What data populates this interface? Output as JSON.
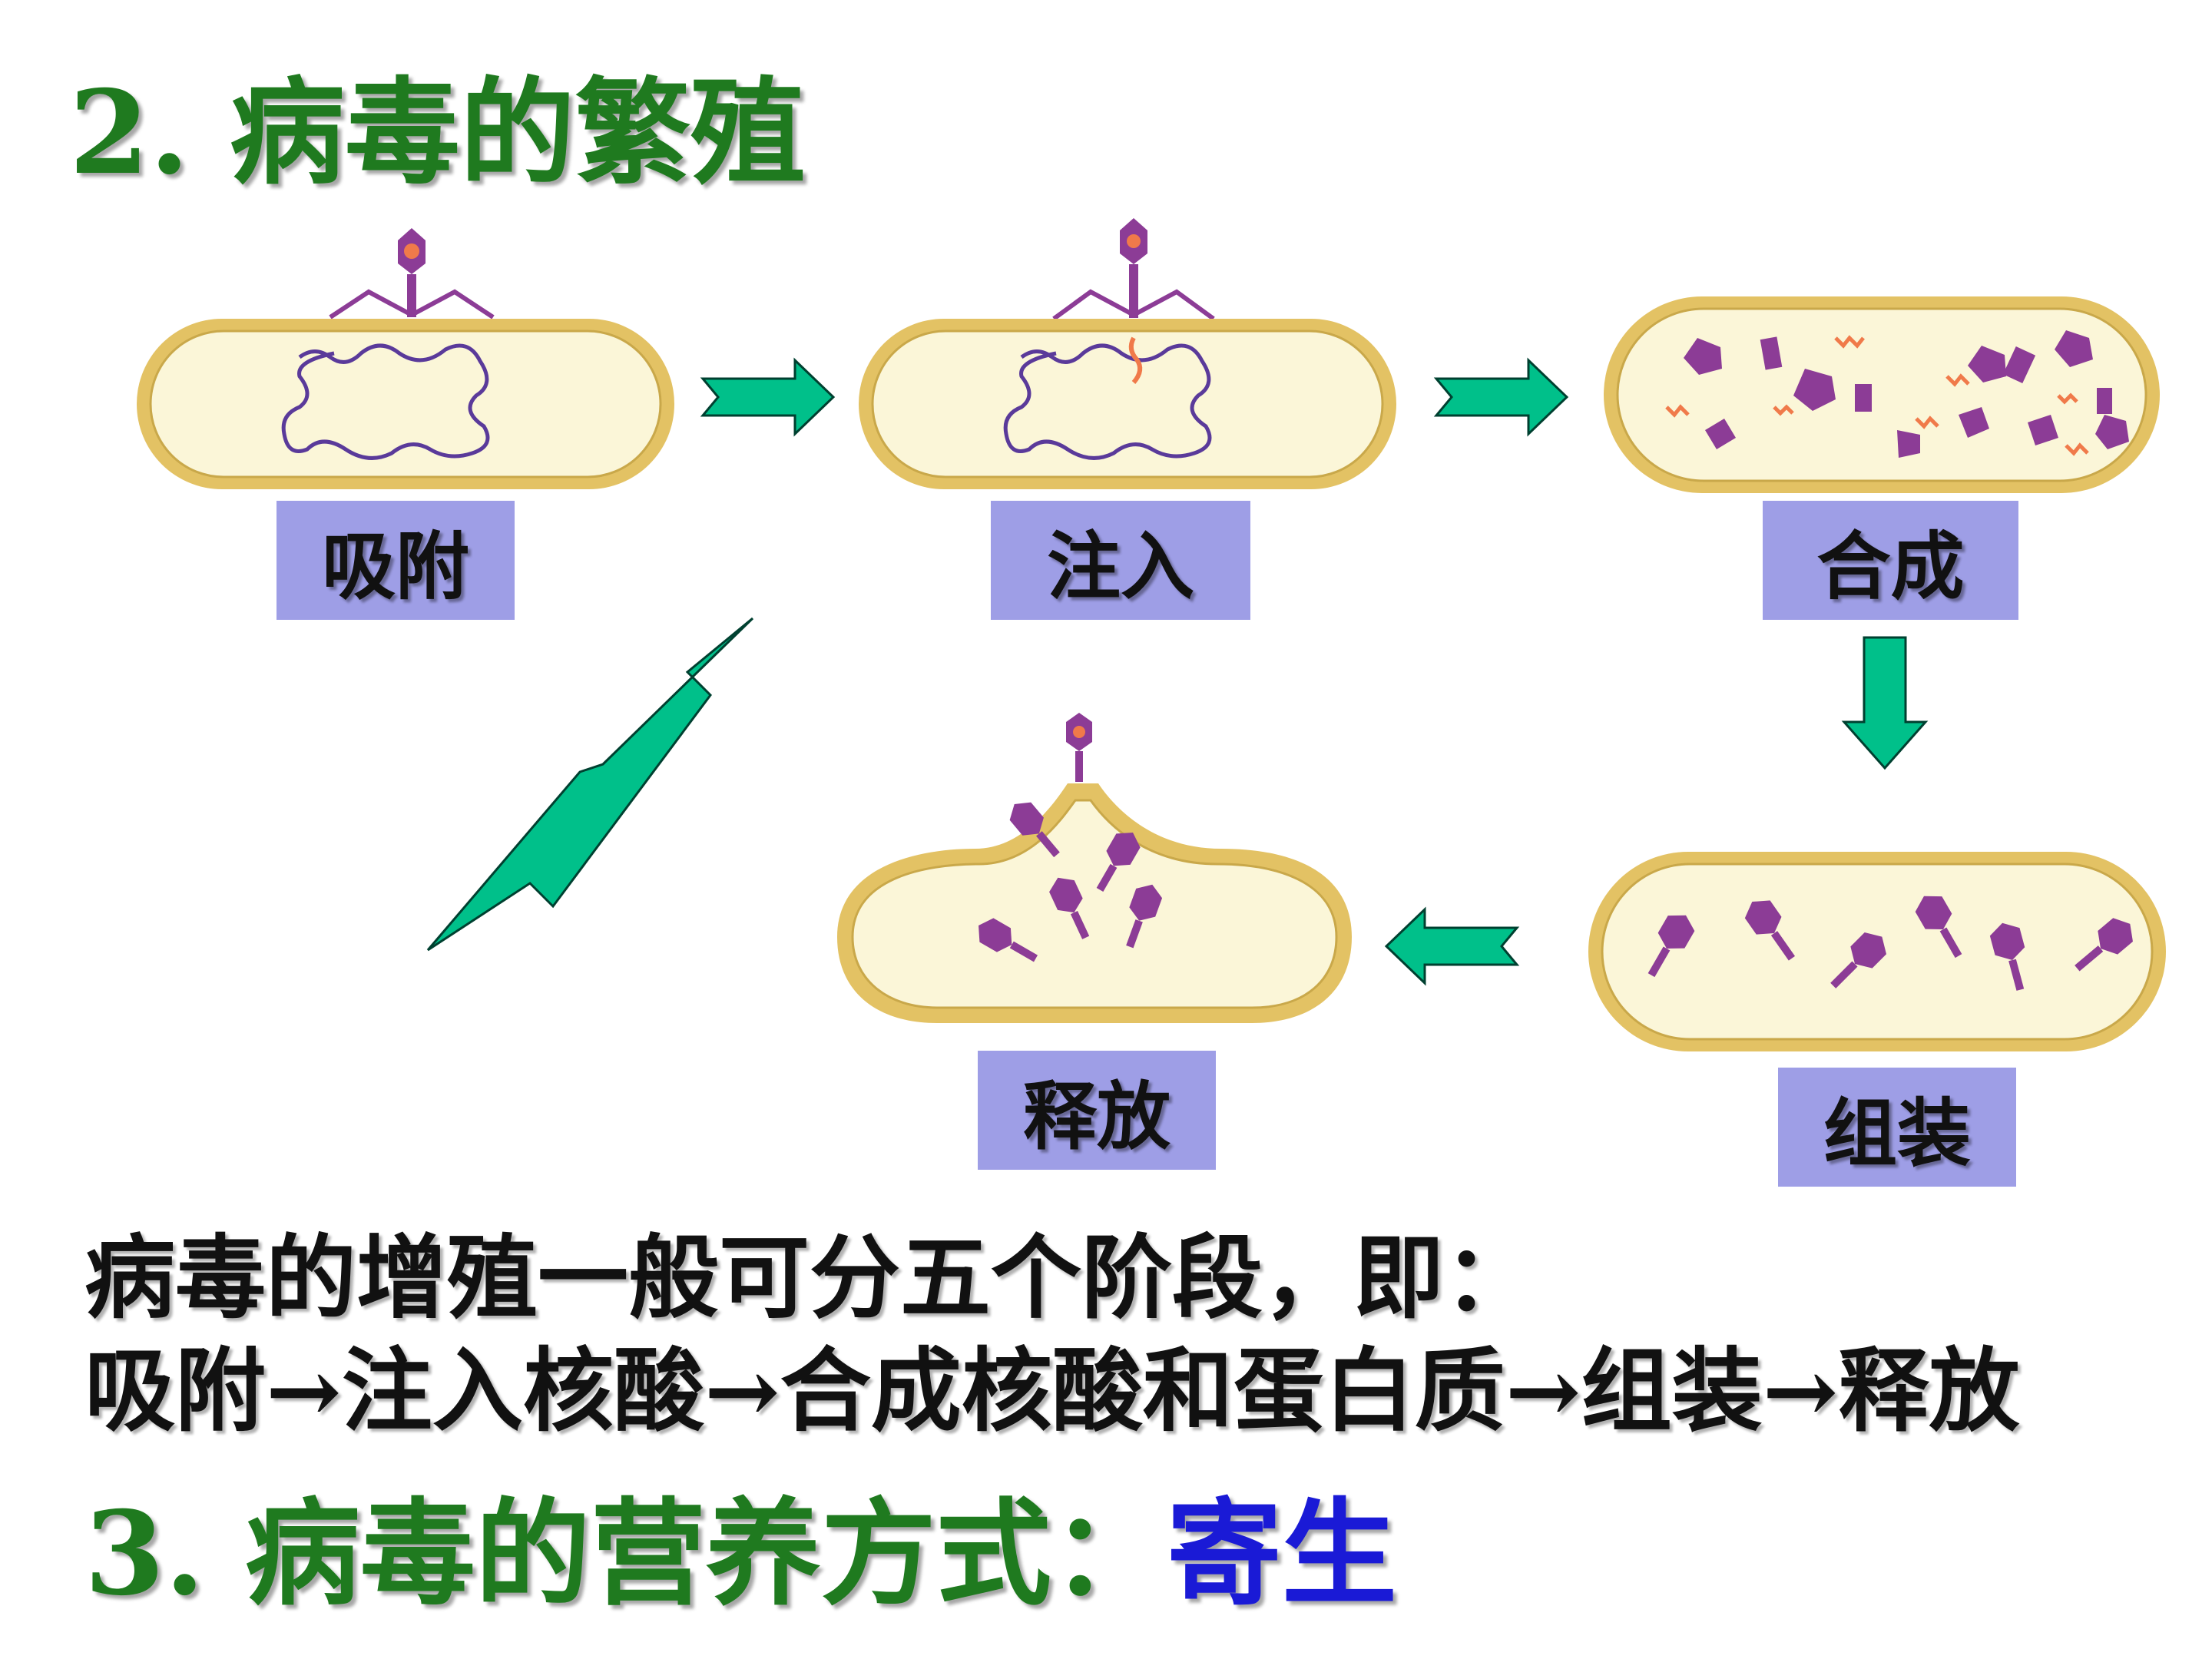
{
  "heading": "2. 病毒的繁殖",
  "stages": {
    "adsorption": "吸附",
    "injection": "注入",
    "synthesis": "合成",
    "assembly": "组装",
    "release": "释放"
  },
  "summary_line1": "病毒的增殖一般可分五个阶段，即：",
  "summary_line2": "吸附→注入核酸→合成核酸和蛋白质→组装→释放",
  "nutrition_label": "3. 病毒的营养方式：",
  "nutrition_value": "寄生",
  "colors": {
    "heading_green": "#1f7a1f",
    "label_box": "#9e9ee6",
    "arrow_green": "#00c08a",
    "cell_fill": "#fbf6d8",
    "cell_wall": "#e3c264",
    "virus_purple": "#8c3c96",
    "accent_blue": "#1a1ad6"
  }
}
